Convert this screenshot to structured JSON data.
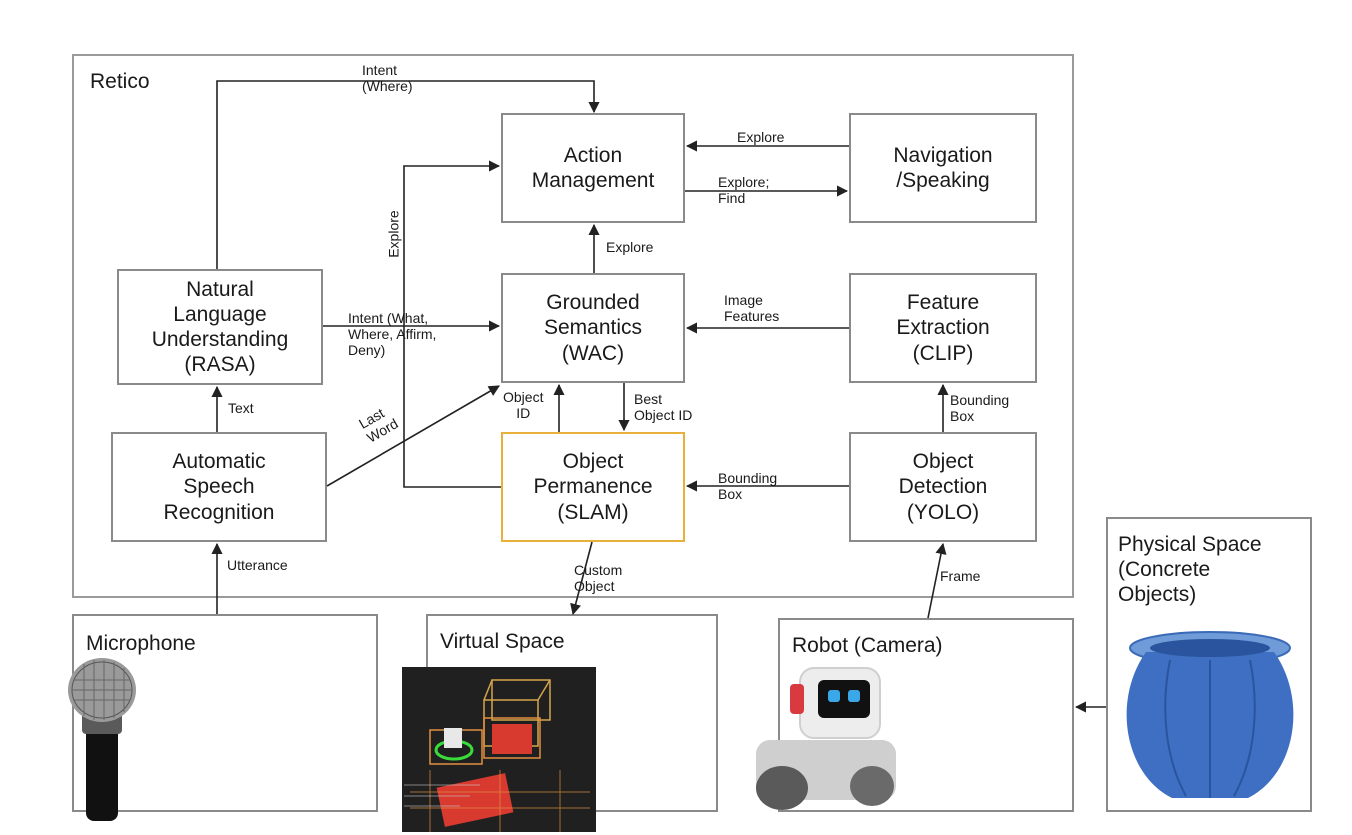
{
  "frames": {
    "retico": "Retico",
    "microphone": "Microphone",
    "virtual_space": "Virtual Space",
    "robot": "Robot (Camera)",
    "physical_space": "Physical Space\n(Concrete\nObjects)"
  },
  "modules": {
    "action": "Action\nManagement",
    "navigation": "Navigation\n/Speaking",
    "nlu": "Natural\nLanguage\nUnderstanding\n(RASA)",
    "grounded": "Grounded\nSemantics\n(WAC)",
    "feature": "Feature\nExtraction\n(CLIP)",
    "asr": "Automatic\nSpeech\nRecognition",
    "permanence": "Object\nPermanence\n(SLAM)",
    "detection": "Object\nDetection\n(YOLO)"
  },
  "edges": {
    "intent_where": "Intent\n(Where)",
    "nav_to_action": "Explore",
    "action_to_nav": "Explore;\nFind",
    "explore_vertical": "Explore",
    "grounded_to_action": "Explore",
    "intent_what": "Intent (What,\nWhere, Affirm,\nDeny)",
    "image_features": "Image\nFeatures",
    "text": "Text",
    "last_word": "Last\nWord",
    "object_id": "Object\nID",
    "best_object_id": "Best\nObject ID",
    "bounding_box_up": "Bounding\nBox",
    "bounding_box_left": "Bounding\nBox",
    "utterance": "Utterance",
    "custom_object": "Custom\nObject",
    "frame": "Frame"
  },
  "colors": {
    "border": "#8a8a8a",
    "highlight": "#e8b23a",
    "arrow": "#222222"
  }
}
